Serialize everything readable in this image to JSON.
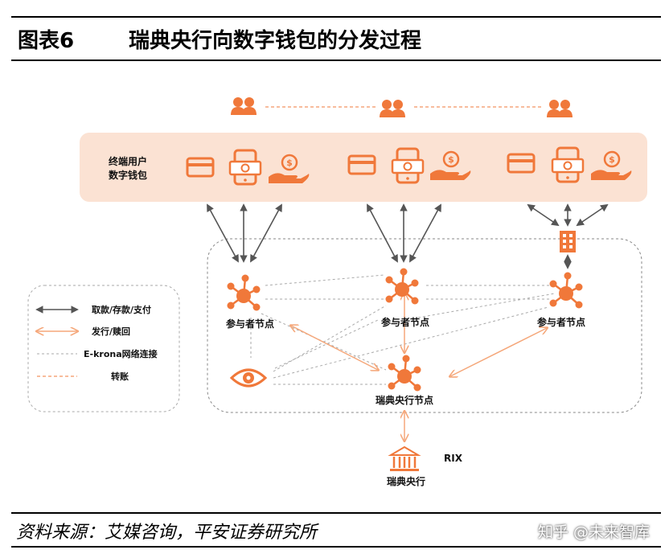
{
  "header": {
    "figure_label": "图表6",
    "title": "瑞典央行向数字钱包的分发过程"
  },
  "wallet_bar": {
    "label_line1": "终端用户",
    "label_line2": "数字钱包"
  },
  "nodes": {
    "participant": "参与者节点",
    "central": "瑞典央行节点",
    "riksbank": "瑞典央行",
    "rix": "RIX"
  },
  "legend": {
    "withdraw": "取款/存款/支付",
    "issue": "发行/赎回",
    "network": "E-krona网络连接",
    "transfer": "转账"
  },
  "footer": {
    "source": "资料来源：艾媒咨询，平安证券研究所",
    "watermark": "知乎 @未来智库"
  },
  "colors": {
    "accent": "#f0783a",
    "wallet_bg": "#fbe2d3",
    "arrow_dark": "#555555",
    "arrow_light": "#f5a77a",
    "dashed_gray": "#aaaaaa"
  },
  "icons": [
    "person-pair-icon",
    "card-icon",
    "phone-money-icon",
    "hand-coin-icon",
    "network-node-icon",
    "eye-icon",
    "building-icon",
    "bank-icon"
  ]
}
